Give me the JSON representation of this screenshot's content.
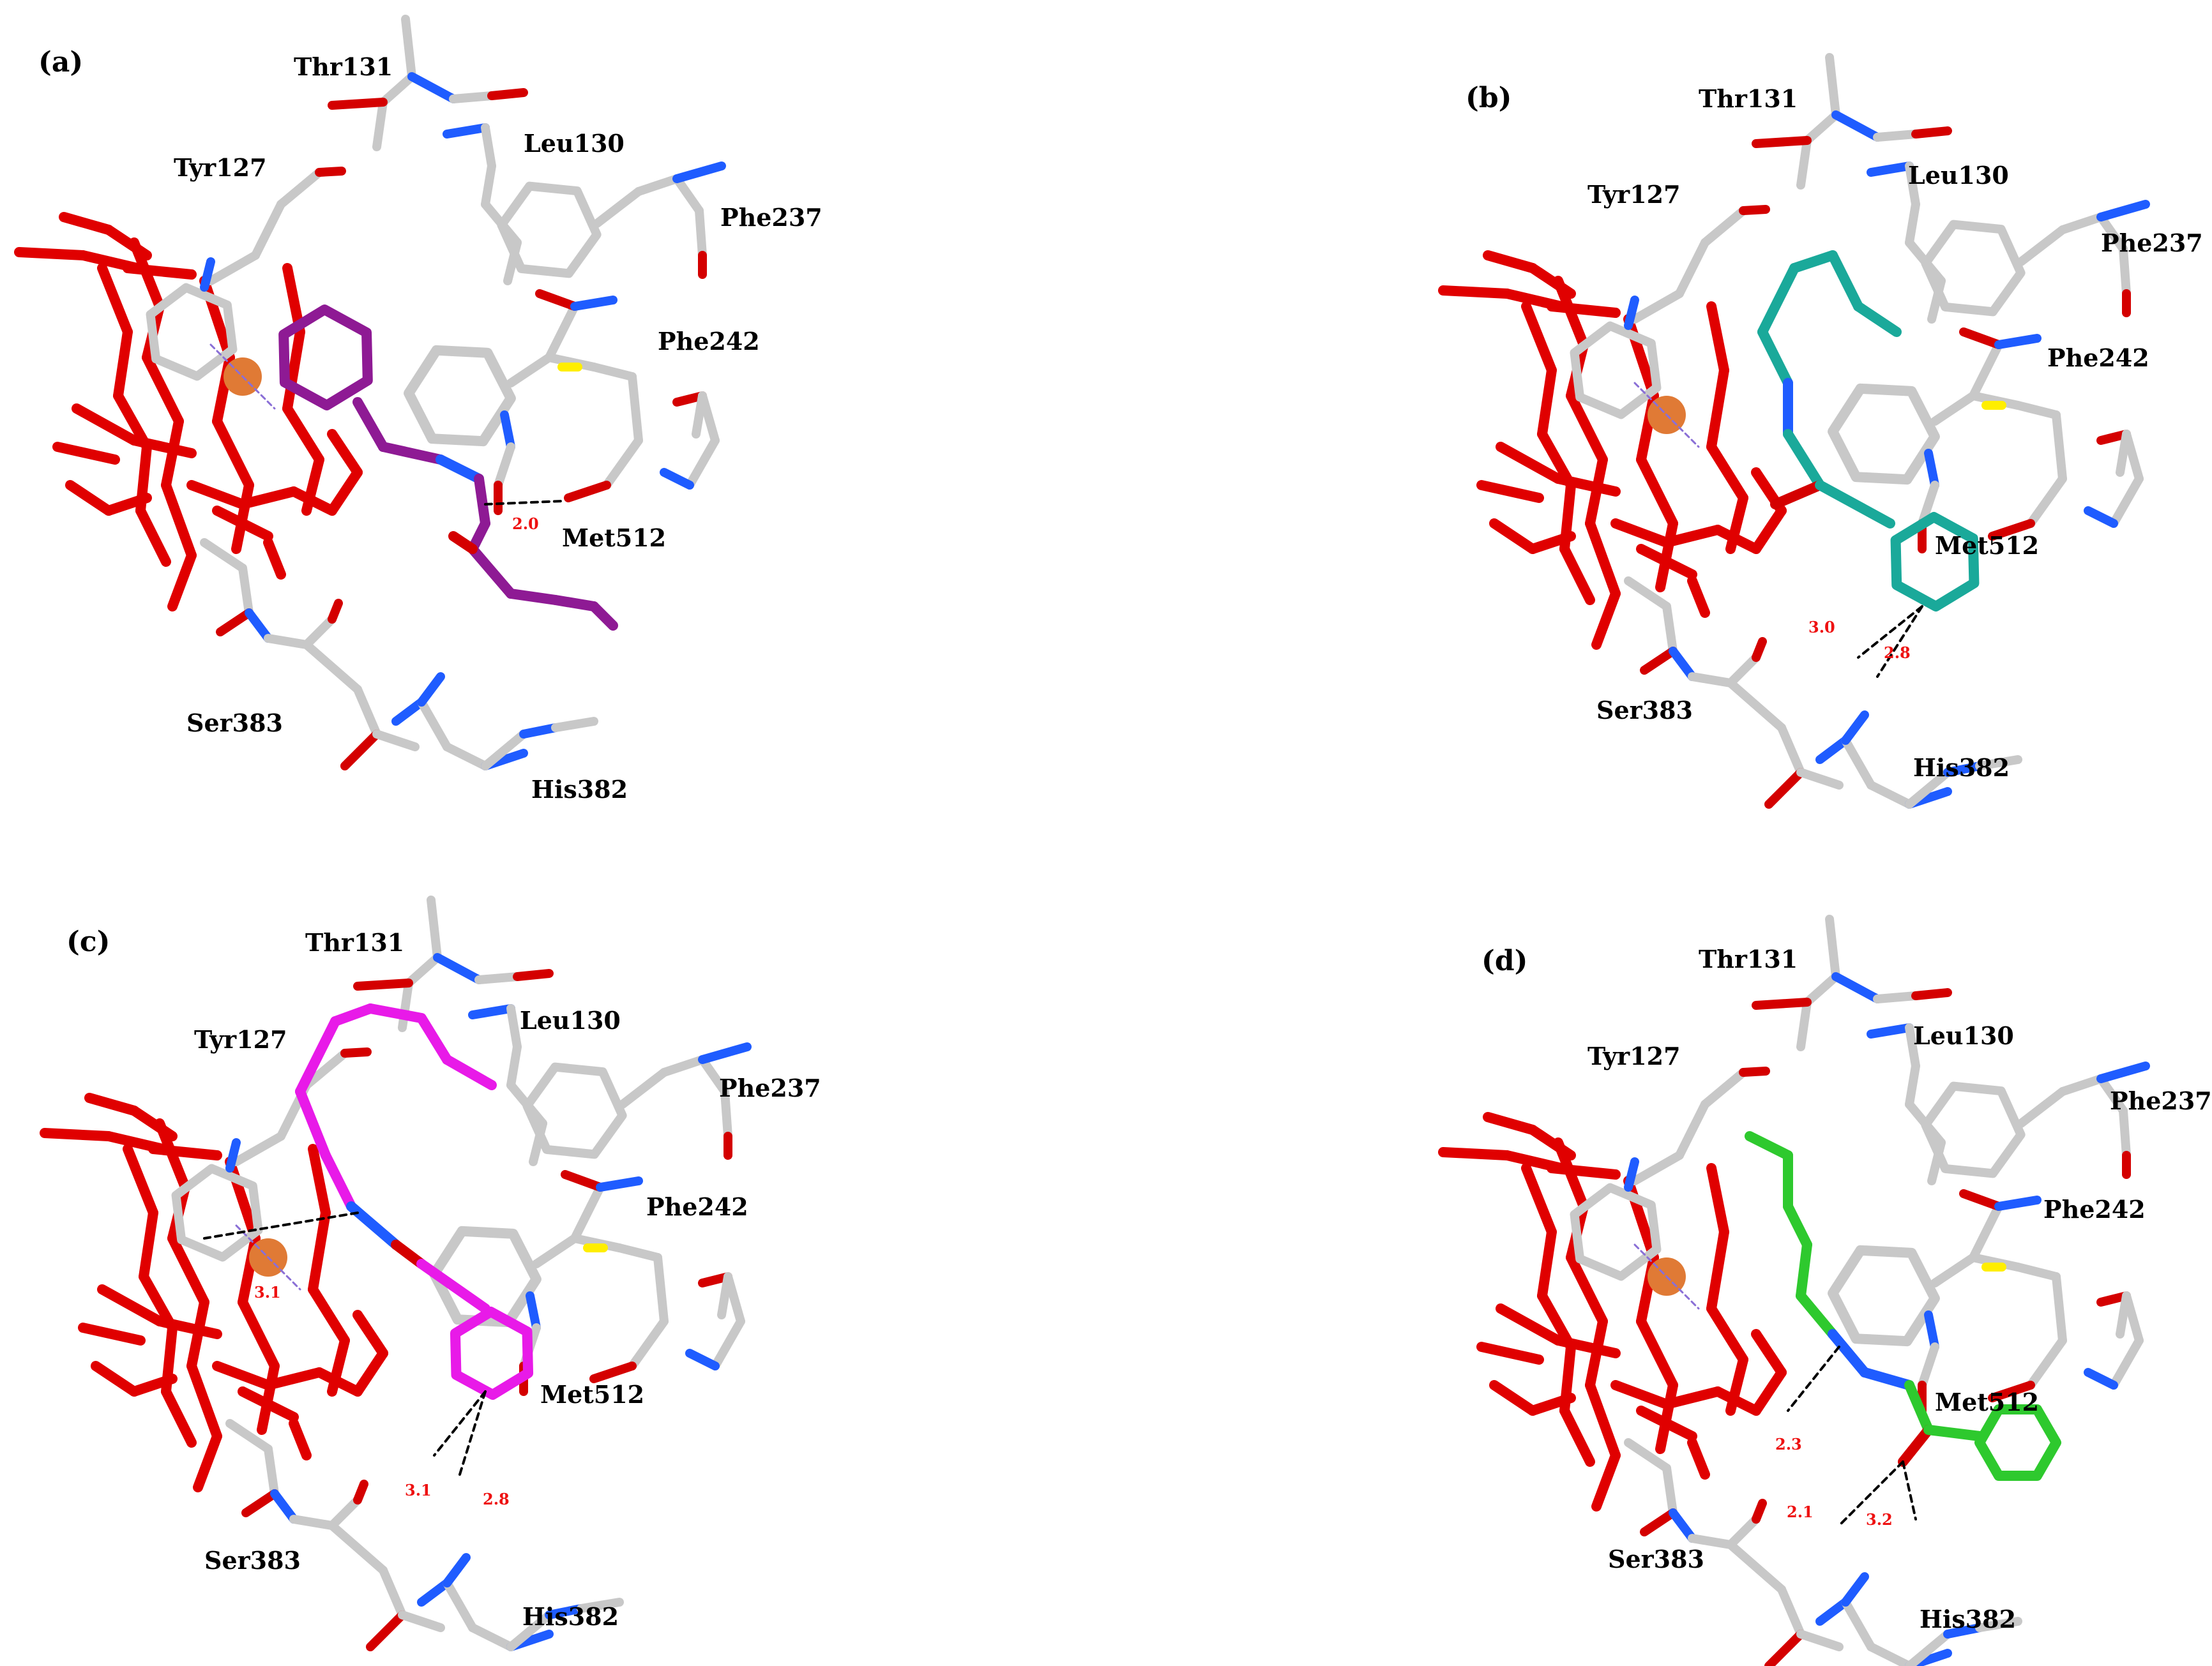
{
  "colors": {
    "heme": "#e00000",
    "protein_carbon": "#c8c8c8",
    "nitrogen": "#1f5cff",
    "oxygen": "#d40000",
    "sulfur": "#ffee00",
    "iron": "#e07a35",
    "hbond": "#000000",
    "distance_text": "#ee1111"
  },
  "panels": [
    {
      "letter": "(a)",
      "ligand_color": "#8e1a94",
      "residues": {
        "thr131": "Thr131",
        "tyr127": "Tyr127",
        "leu130": "Leu130",
        "phe237": "Phe237",
        "phe242": "Phe242",
        "met512": "Met512",
        "ser383": "Ser383",
        "his382": "His382"
      },
      "distances": [
        "2.0"
      ]
    },
    {
      "letter": "(b)",
      "ligand_color": "#1aa99a",
      "residues": {
        "thr131": "Thr131",
        "tyr127": "Tyr127",
        "leu130": "Leu130",
        "phe237": "Phe237",
        "phe242": "Phe242",
        "met512": "Met512",
        "ser383": "Ser383",
        "his382": "His382"
      },
      "distances": [
        "3.0",
        "2.8"
      ]
    },
    {
      "letter": "(c)",
      "ligand_color": "#e81ae8",
      "residues": {
        "thr131": "Thr131",
        "tyr127": "Tyr127",
        "leu130": "Leu130",
        "phe237": "Phe237",
        "phe242": "Phe242",
        "met512": "Met512",
        "ser383": "Ser383",
        "his382": "His382"
      },
      "distances": [
        "3.1",
        "3.1",
        "2.8"
      ]
    },
    {
      "letter": "(d)",
      "ligand_color": "#2ec92e",
      "residues": {
        "thr131": "Thr131",
        "tyr127": "Tyr127",
        "leu130": "Leu130",
        "phe237": "Phe237",
        "phe242": "Phe242",
        "met512": "Met512",
        "ser383": "Ser383",
        "his382": "His382"
      },
      "distances": [
        "2.3",
        "2.1",
        "3.2"
      ]
    }
  ]
}
